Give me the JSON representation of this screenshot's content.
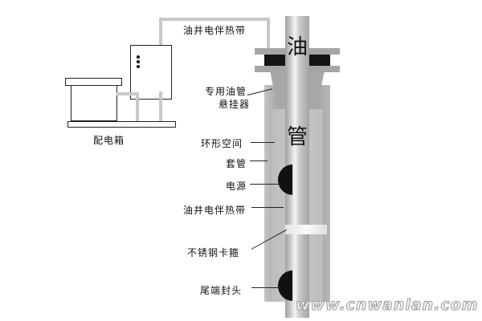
{
  "diagram": {
    "title_chars": {
      "top": "油",
      "middle": "管"
    },
    "labels": {
      "cable_top": "油井电伴热带",
      "hanger_line1": "专用油管",
      "hanger_line2": "悬挂器",
      "annulus": "环形空间",
      "casing": "套管",
      "power": "电源",
      "cable_mid": "油井电伴热带",
      "clamp": "不锈钢卡箍",
      "end_seal": "尾端封头",
      "distribution_box": "配电箱"
    },
    "watermark": "www.cnwanlan.com",
    "colors": {
      "cable": "#c8c8c8",
      "casing": "#b4b4b4",
      "tubing": "#d8d8d8",
      "dark_part": "#111111",
      "flange": "#a8a8a8"
    }
  }
}
